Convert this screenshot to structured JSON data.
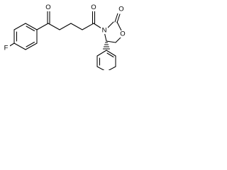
{
  "molecule": {
    "atom_labels": {
      "fluorine": "F",
      "ketone_oxygen": "O",
      "amide_oxygen": "O",
      "carbonyl_oxygen_oxazolidinone": "O",
      "ring_oxygen": "O",
      "ring_nitrogen": "N"
    }
  }
}
